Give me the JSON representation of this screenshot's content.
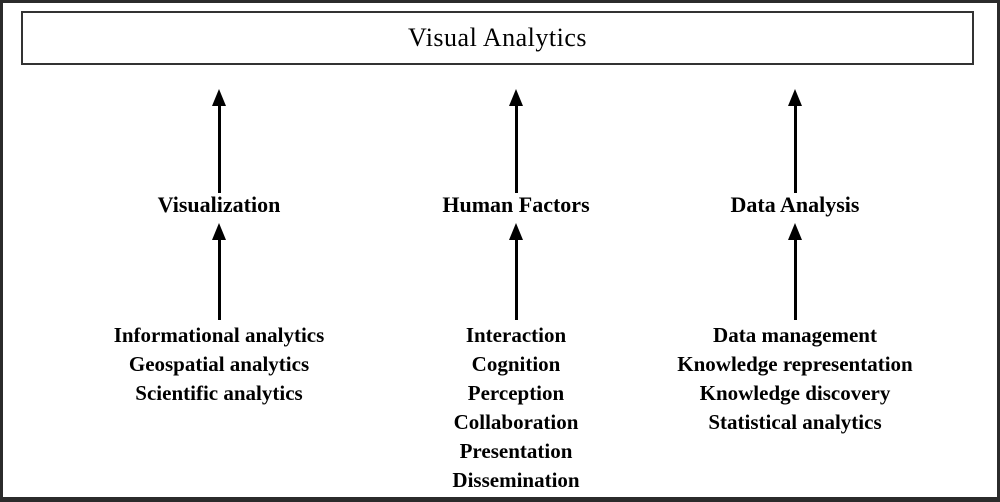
{
  "title": "Visual Analytics",
  "columns": [
    {
      "label": "Visualization",
      "items": [
        "Informational analytics",
        "Geospatial analytics",
        "Scientific analytics"
      ]
    },
    {
      "label": "Human Factors",
      "items": [
        "Interaction",
        "Cognition",
        "Perception",
        "Collaboration",
        "Presentation",
        "Dissemination"
      ]
    },
    {
      "label": "Data Analysis",
      "items": [
        "Data management",
        "Knowledge representation",
        "Knowledge discovery",
        "Statistical analytics"
      ]
    }
  ],
  "colors": {
    "text": "#000000",
    "frame_border": "#2b2b2b",
    "title_box_border": "#333333",
    "background": "#ffffff",
    "arrow": "#000000"
  }
}
